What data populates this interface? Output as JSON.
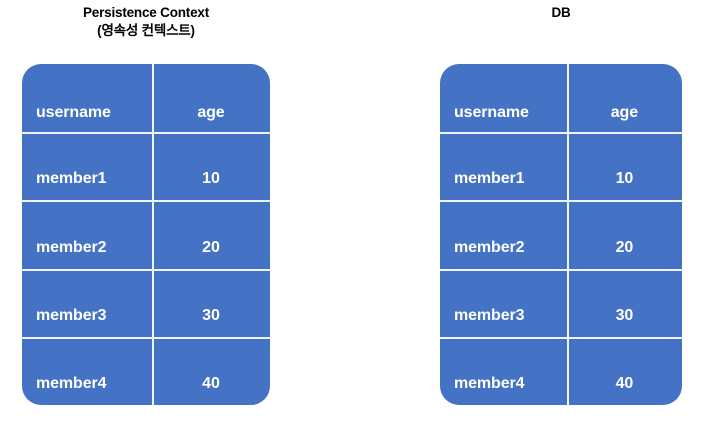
{
  "diagram": {
    "background_color": "#ffffff",
    "table_color": "#4472C4",
    "divider_color": "#ffffff",
    "text_color": "#ffffff",
    "title_color": "#000000"
  },
  "panels": [
    {
      "id": "persistence-context",
      "title_lines": [
        "Persistence Context",
        "(영속성 컨텍스트)"
      ],
      "table": {
        "columns": [
          "username",
          "age"
        ],
        "rows": [
          {
            "username": "member1",
            "age": "10"
          },
          {
            "username": "member2",
            "age": "20"
          },
          {
            "username": "member3",
            "age": "30"
          },
          {
            "username": "member4",
            "age": "40"
          }
        ]
      }
    },
    {
      "id": "db",
      "title_lines": [
        "DB"
      ],
      "table": {
        "columns": [
          "username",
          "age"
        ],
        "rows": [
          {
            "username": "member1",
            "age": "10"
          },
          {
            "username": "member2",
            "age": "20"
          },
          {
            "username": "member3",
            "age": "30"
          },
          {
            "username": "member4",
            "age": "40"
          }
        ]
      }
    }
  ]
}
